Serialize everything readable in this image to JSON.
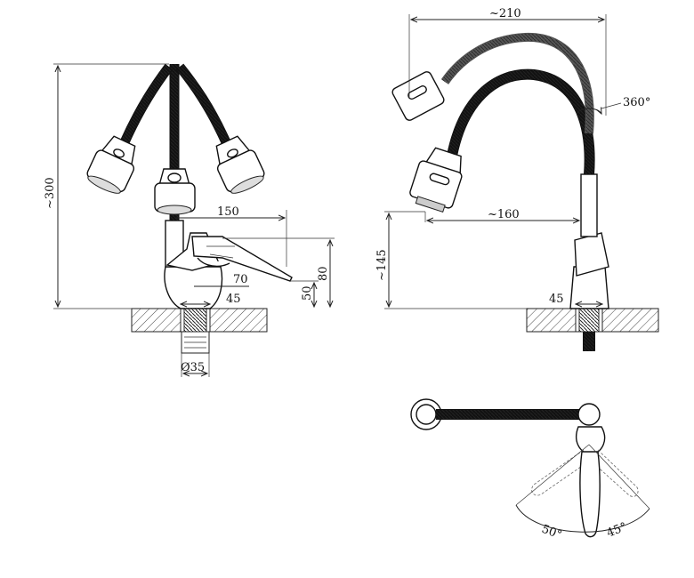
{
  "diagram": {
    "front_view": {
      "height": "~300",
      "spout_reach": "150",
      "handle_reach": "70",
      "body_width": "45",
      "base_height": "50",
      "lever_height": "80",
      "mount_diameter": "Ø35"
    },
    "side_view": {
      "width": "~210",
      "rotation": "360°",
      "reach": "~160",
      "height": "~145",
      "body_width": "45"
    },
    "top_view": {
      "angle_left": "50°",
      "angle_right": "45°"
    }
  }
}
